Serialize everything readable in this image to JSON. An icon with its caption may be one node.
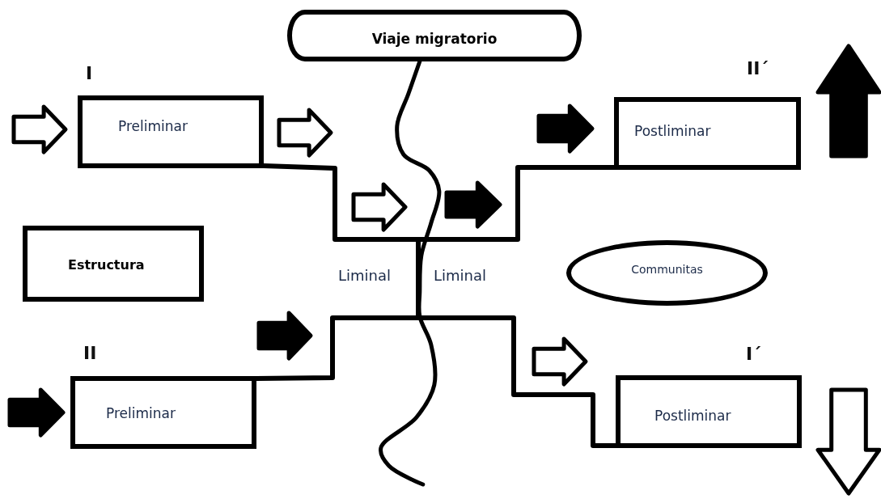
{
  "diagram": {
    "nodes": [
      {
        "text": [
          "Viaje migratorio"
        ]
      },
      {
        "text": [
          "Preliminar"
        ],
        "beside": [
          "I"
        ]
      },
      {
        "text": [
          "Postliminar"
        ],
        "beside": [
          "II´"
        ]
      },
      {
        "text": [
          "Estructura"
        ]
      },
      {
        "text": [
          "Communitas"
        ]
      },
      {
        "text": [
          "Preliminar"
        ],
        "beside": [
          "II"
        ]
      },
      {
        "text": [
          "Postliminar"
        ],
        "beside": [
          "I´"
        ]
      }
    ],
    "edges": [
      {
        "from": 0,
        "to": null,
        "arrow": "none"
      },
      {
        "from": 1,
        "to": 2,
        "arrow": "none"
      },
      {
        "from": 5,
        "to": 6,
        "arrow": "none"
      }
    ],
    "labels": [
      "Liminal",
      "Liminal"
    ]
  }
}
